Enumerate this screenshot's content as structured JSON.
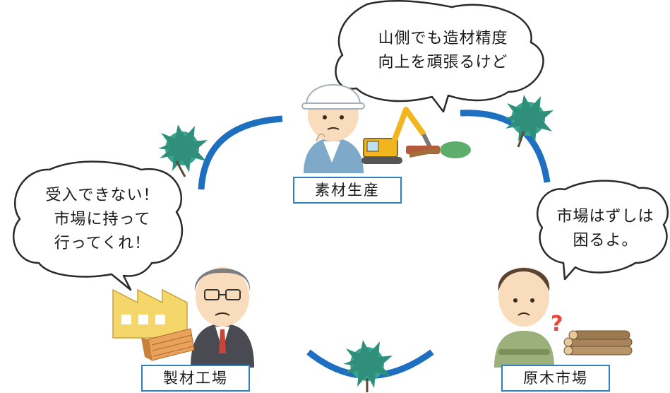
{
  "bubbles": {
    "top": {
      "line1": "山側でも造材精度",
      "line2": "向上を頑張るけど"
    },
    "left": {
      "line1": "受入できない！",
      "line2": "市場に持って",
      "line3": "行ってくれ！"
    },
    "right": {
      "line1": "市場はずしは",
      "line2": "困るよ。"
    }
  },
  "labels": {
    "top": "素材生産",
    "left": "製材工場",
    "right": "原木市場"
  },
  "colors": {
    "arc": "#1f6fc0",
    "label_border": "#2f7fc1",
    "leaf": "#3aa58f",
    "factory": "#f5d66a",
    "excavator": "#f2b51d",
    "question_mark": "#e8473a"
  },
  "icons": [
    "pine-icon",
    "factory-icon",
    "lumber-icon",
    "excavator-icon",
    "logs-icon",
    "question-mark-icon"
  ]
}
